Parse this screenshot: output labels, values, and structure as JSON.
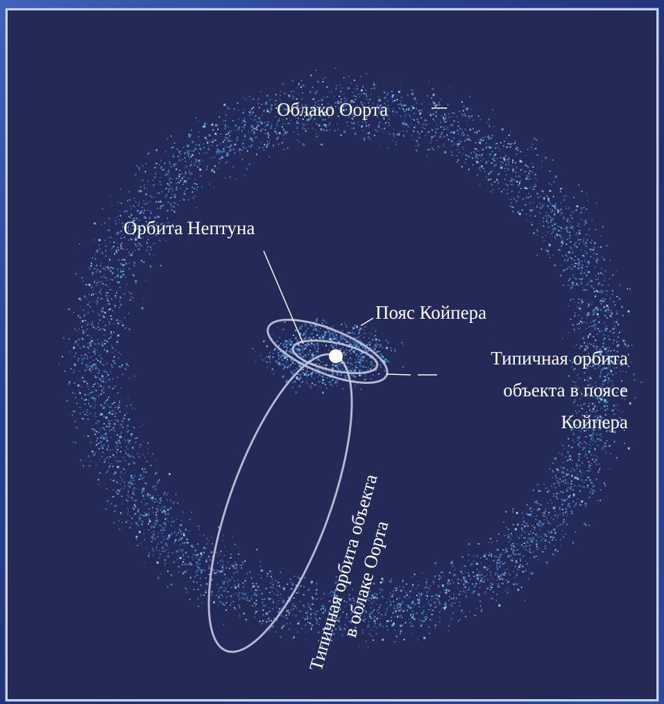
{
  "labels": {
    "oort_cloud": "Облако Оорта",
    "neptune_orbit": "Орбита Нептуна",
    "kuiper_belt": "Пояс Койпера",
    "kuiper_orbit_line1": "Типичная орбита",
    "kuiper_orbit_line2": "объекта в поясе",
    "kuiper_orbit_line3": "Койпера",
    "oort_orbit_line1": "Типичная орбита объекта",
    "oort_orbit_line2": "в облаке Оорта"
  },
  "colors": {
    "background": "#242a58",
    "particle_light": "#9fd8ff",
    "particle_mid": "#4d9ee0",
    "particle_dark": "#3a78c0",
    "orbit_line": "#c8c8de",
    "sun": "#ffffff"
  }
}
